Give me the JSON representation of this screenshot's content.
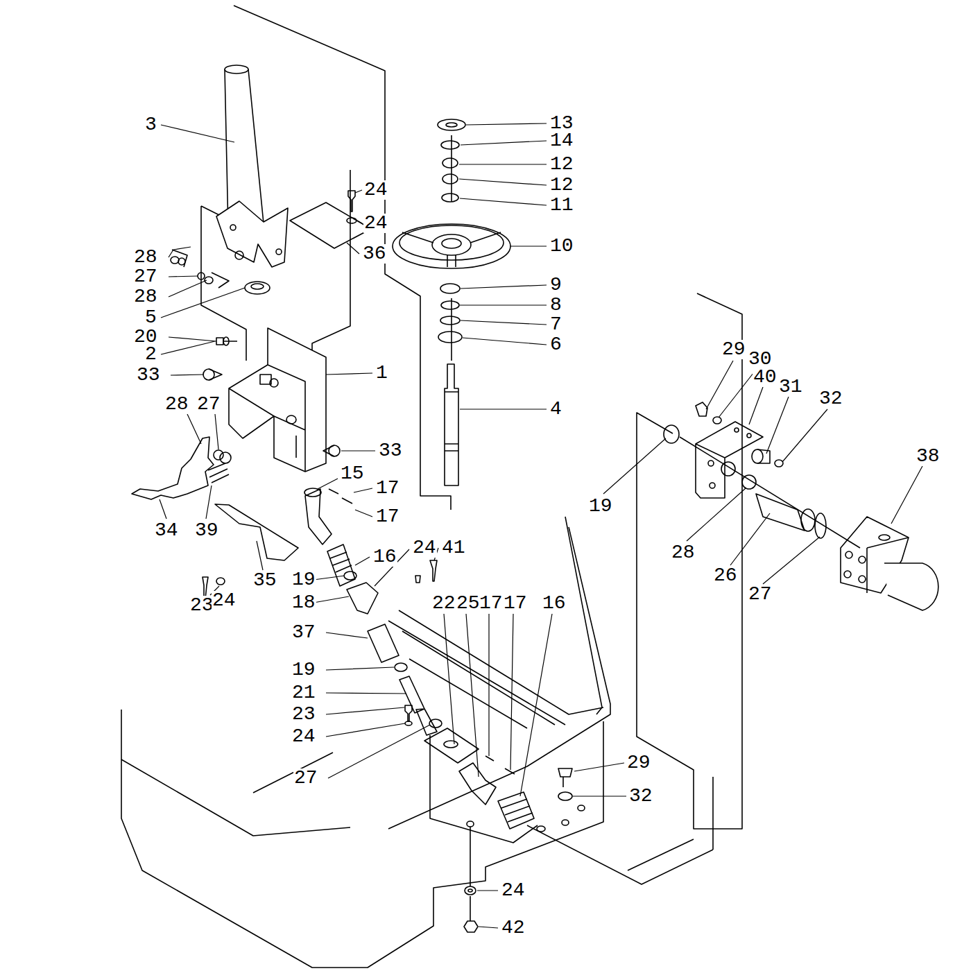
{
  "diagram": {
    "labels": [
      "13",
      "14",
      "12",
      "12",
      "11",
      "10",
      "9",
      "8",
      "7",
      "6",
      "4",
      "3",
      "24",
      "24",
      "36",
      "28",
      "27",
      "28",
      "5",
      "20",
      "2",
      "33",
      "1",
      "33",
      "28",
      "27",
      "34",
      "39",
      "29",
      "30",
      "40",
      "31",
      "32",
      "38",
      "19",
      "28",
      "26",
      "27",
      "15",
      "17",
      "17",
      "16",
      "19",
      "18",
      "24",
      "41",
      "23",
      "24",
      "35",
      "22",
      "25",
      "17",
      "17",
      "16",
      "37",
      "19",
      "21",
      "23",
      "24",
      "27",
      "29",
      "32",
      "24",
      "42"
    ]
  }
}
